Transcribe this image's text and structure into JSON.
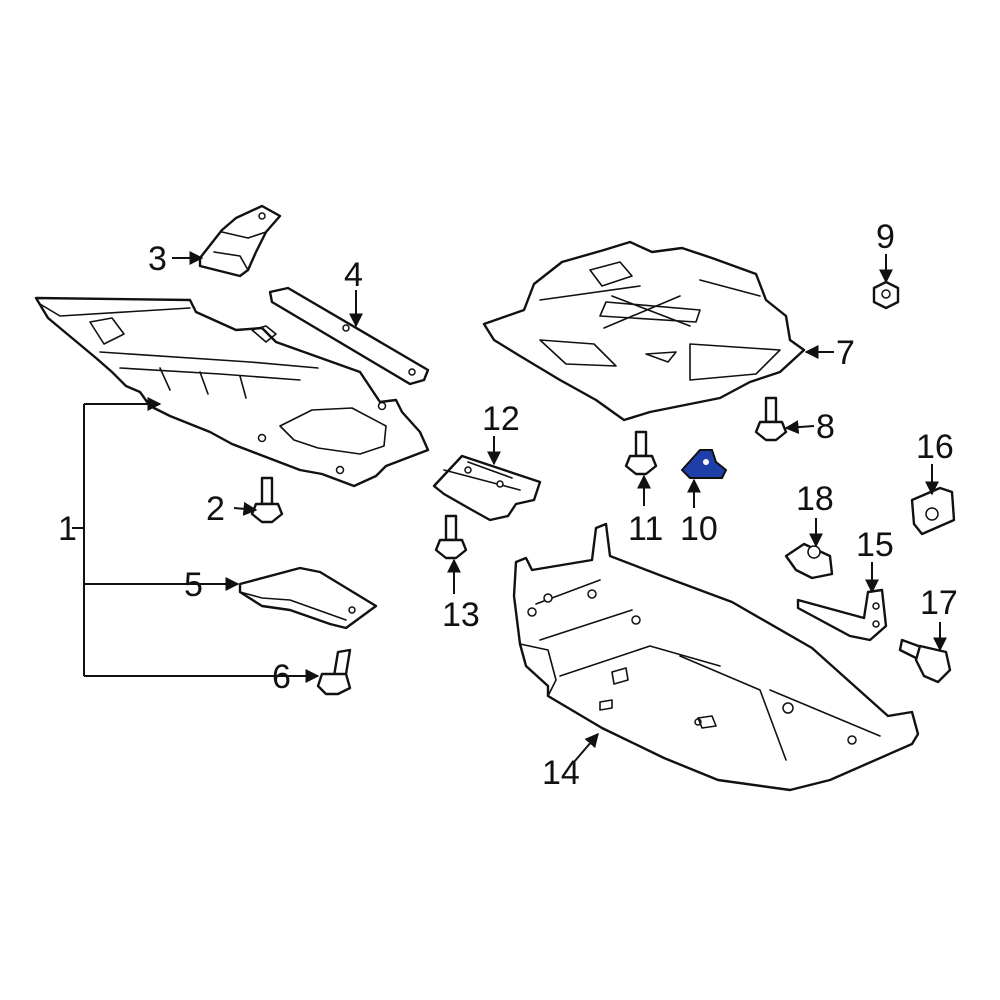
{
  "callouts": {
    "c1": "1",
    "c2": "2",
    "c3": "3",
    "c4": "4",
    "c5": "5",
    "c6": "6",
    "c7": "7",
    "c8": "8",
    "c9": "9",
    "c10": "10",
    "c11": "11",
    "c12": "12",
    "c13": "13",
    "c14": "14",
    "c15": "15",
    "c16": "16",
    "c17": "17",
    "c18": "18"
  },
  "colors": {
    "line": "#111111",
    "highlight": "#1f3fa8",
    "background": "#ffffff"
  },
  "highlighted_part": "10"
}
